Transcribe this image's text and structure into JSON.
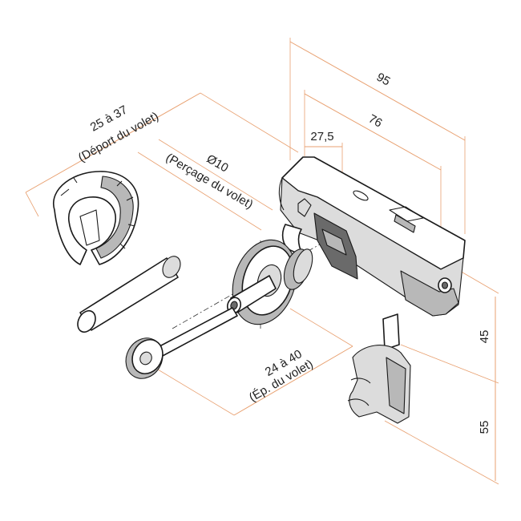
{
  "colors": {
    "dimension_line": "#e8a070",
    "outline": "#1a1a1a",
    "shade": "#b8b8b8"
  },
  "dimensions": {
    "total_length": "95",
    "hole_spacing": "76",
    "hole_offset": "27,5",
    "height_upper": "45",
    "height_lower": "55",
    "shutter_offset": "25 à 37",
    "shutter_offset_note": "(Déport du volet)",
    "drilling": "Ø10",
    "drilling_note": "(Perçage du volet)",
    "shutter_thickness": "24 à 40",
    "shutter_thickness_note": "(Ép. du volet)"
  }
}
